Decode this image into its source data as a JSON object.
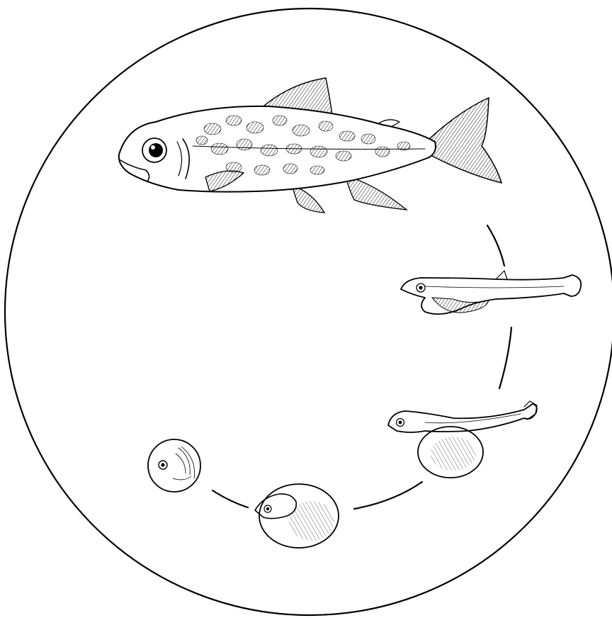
{
  "diagram": {
    "subject": "",
    "stages": [
      {
        "id": "egg",
        "icon": "fish-egg-icon"
      },
      {
        "id": "eyed-egg",
        "icon": "eyed-egg-icon"
      },
      {
        "id": "alevin",
        "icon": "alevin-icon"
      },
      {
        "id": "fry",
        "icon": "fry-icon"
      },
      {
        "id": "adult",
        "icon": "adult-trout-icon"
      }
    ],
    "colors": {
      "ink": "#000000",
      "background": "#ffffff"
    }
  }
}
